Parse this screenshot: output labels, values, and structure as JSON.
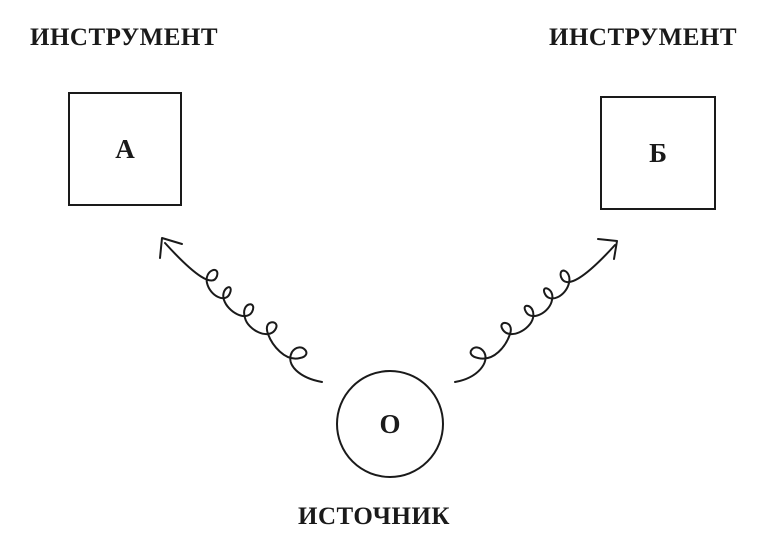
{
  "instrument_a": {
    "title": "ИНСТРУМЕНТ",
    "letter": "А"
  },
  "instrument_b": {
    "title": "ИНСТРУМЕНТ",
    "letter": "Б"
  },
  "source": {
    "title": "ИСТОЧНИК",
    "letter": "О"
  },
  "colors": {
    "ink": "#1a1a1a",
    "background": "#ffffff"
  }
}
